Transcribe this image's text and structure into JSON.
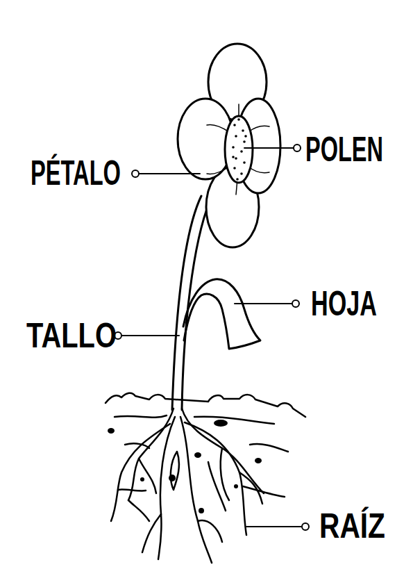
{
  "diagram": {
    "labels": [
      "PÉTALO",
      "POLEN",
      "TALLO",
      "HOJA",
      "RAÍZ"
    ]
  }
}
